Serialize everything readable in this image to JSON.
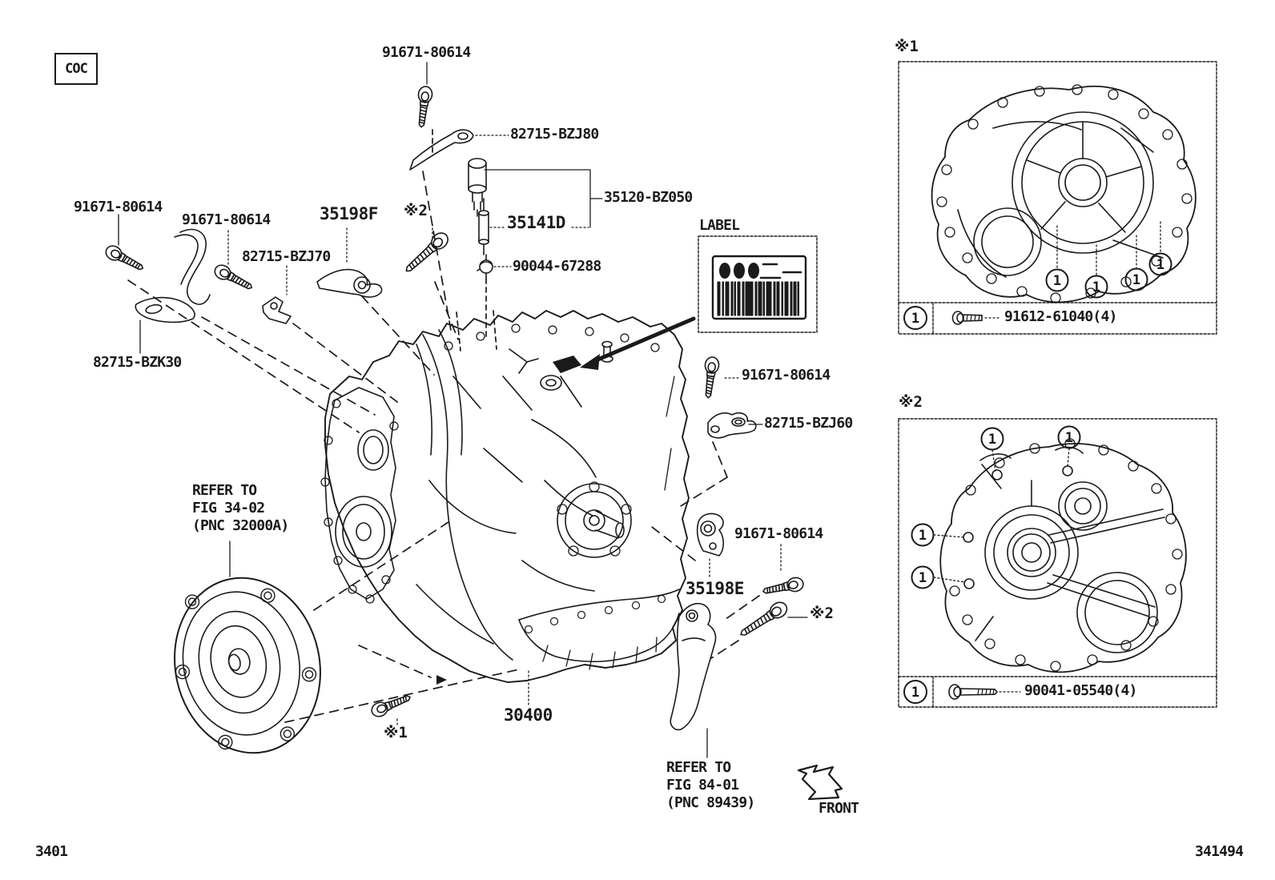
{
  "header": {
    "coc_stamp": "COC"
  },
  "footer": {
    "page_code": "3401",
    "figure_code": "341494"
  },
  "diagram": {
    "front_label": "FRONT",
    "label_box_title": "LABEL",
    "labels": {
      "bolt_top": "91671-80614",
      "bracket_bzj80": "82715-BZJ80",
      "switch_35120": "35120-BZ050",
      "valve_35141d": "35141D",
      "clip_90044": "90044-67288",
      "bolt_left_upper": "91671-80614",
      "bolt_left_lower": "91671-80614",
      "bracket_bzj70": "82715-BZJ70",
      "bracket_bzk30": "82715-BZK30",
      "lever_35198f": "35198F",
      "ref_mark_2_top": "※2",
      "bolt_right_upper": "91671-80614",
      "bracket_bzj60": "82715-BZJ60",
      "bolt_right_mid": "91671-80614",
      "bracket_35198e": "35198E",
      "ref_mark_2_bottom": "※2",
      "ref_mark_1_bottom": "※1",
      "transaxle_30400": "30400"
    },
    "refer_converter": {
      "line1": "REFER TO",
      "line2": "FIG 34-02",
      "line3": "(PNC 32000A)"
    },
    "refer_plate": {
      "line1": "REFER TO",
      "line2": "FIG 84-01",
      "line3": "(PNC 89439)"
    }
  },
  "inset1": {
    "title": "※1",
    "callout_number": "1",
    "fastener_part": "91612-61040(4)"
  },
  "inset2": {
    "title": "※2",
    "callout_number": "1",
    "fastener_part": "90041-05540(4)"
  },
  "colors": {
    "line": "#1a1a1a",
    "background": "#ffffff"
  }
}
